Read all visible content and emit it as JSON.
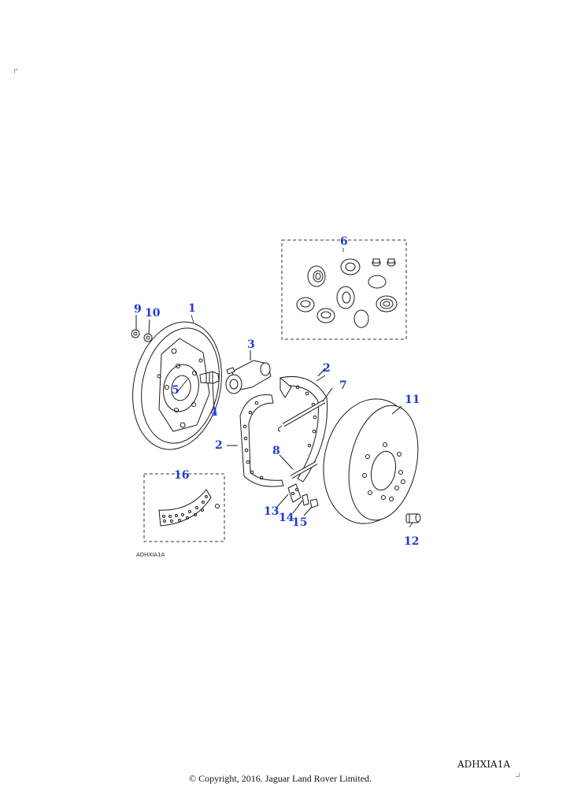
{
  "colors": {
    "callout": "#1f3ad6",
    "line": "#1a1a1a",
    "dash": "#333333"
  },
  "callouts": {
    "c1": "1",
    "c2a": "2",
    "c2b": "2",
    "c3": "3",
    "c4": "4",
    "c5": "5",
    "c6": "6",
    "c7": "7",
    "c8": "8",
    "c9": "9",
    "c10": "10",
    "c11": "11",
    "c12": "12",
    "c13": "13",
    "c14": "14",
    "c15": "15",
    "c16": "16"
  },
  "figure_code_small": "ADHXIA1A",
  "figure_code": "ADHXIA1A",
  "copyright": "© Copyright, 2016. Jaguar Land Rover Limited."
}
